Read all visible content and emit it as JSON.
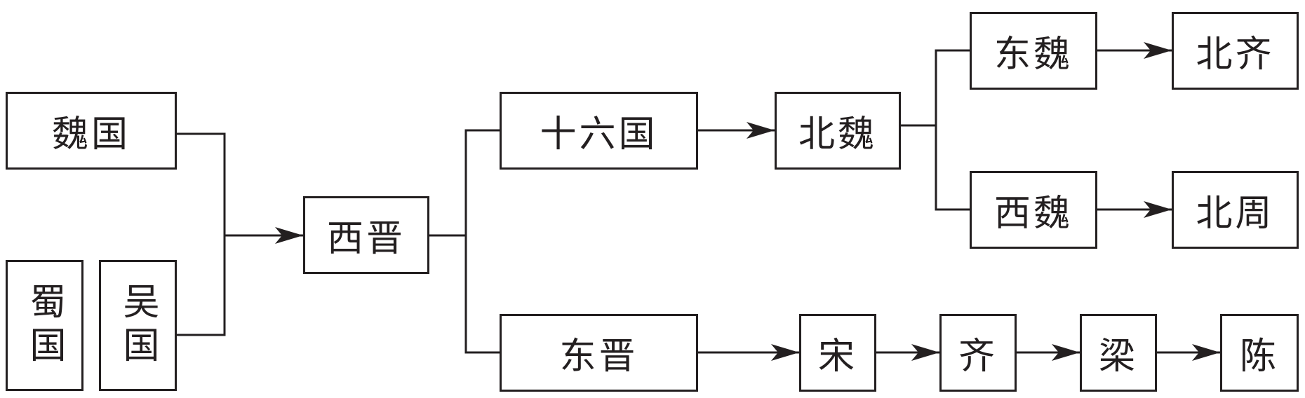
{
  "diagram": {
    "nodes": {
      "wei": "魏国",
      "shu": "蜀国",
      "wu": "吴国",
      "xijin": "西晋",
      "shiliuguo": "十六国",
      "dongjin": "东晋",
      "beiwei": "北魏",
      "dongwei": "东魏",
      "xiwei": "西魏",
      "beiqi": "北齐",
      "beizhou": "北周",
      "song": "宋",
      "qi": "齐",
      "liang": "梁",
      "chen": "陈"
    }
  }
}
